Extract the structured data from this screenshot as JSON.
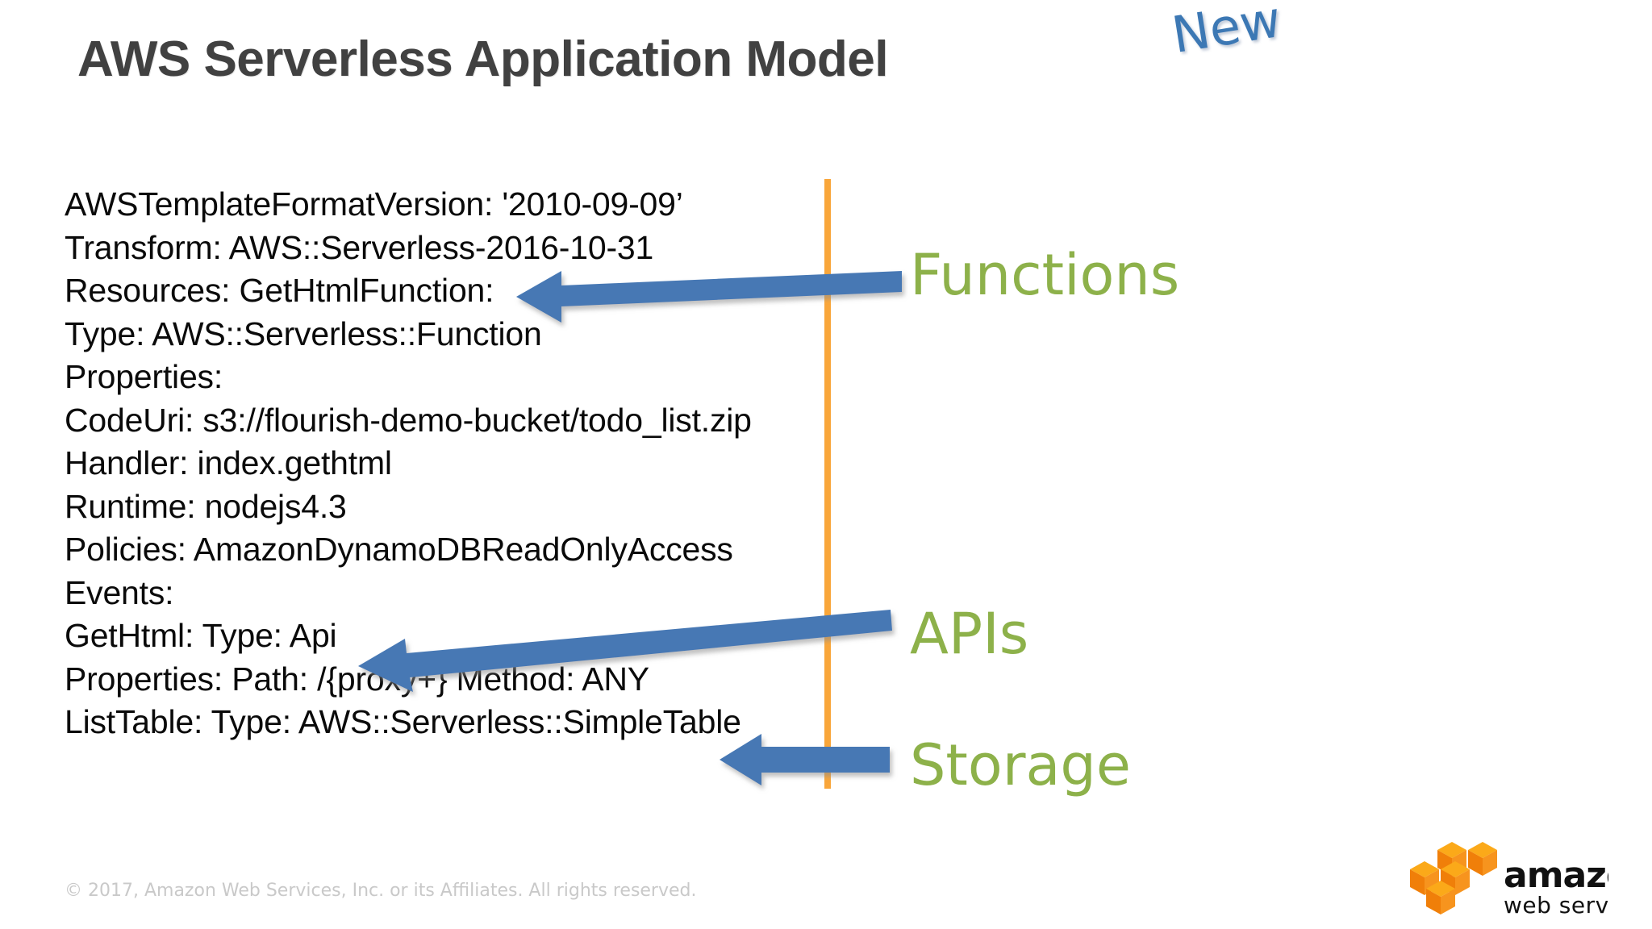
{
  "slide": {
    "title": "AWS Serverless Application Model",
    "new_badge": "New",
    "background_color": "#ffffff"
  },
  "code_block": {
    "language": "yaml",
    "lines": [
      "AWSTemplateFormatVersion: '2010-09-09’",
      "Transform: AWS::Serverless-2016-10-31",
      "Resources: GetHtmlFunction:",
      "Type: AWS::Serverless::Function",
      "Properties:",
      "CodeUri: s3://flourish-demo-bucket/todo_list.zip",
      "Handler: index.gethtml",
      "Runtime: nodejs4.3",
      "Policies: AmazonDynamoDBReadOnlyAccess",
      "Events:",
      "GetHtml: Type: Api",
      "Properties: Path: /{proxy+} Method: ANY",
      "ListTable: Type: AWS::Serverless::SimpleTable"
    ]
  },
  "callouts": [
    {
      "key": "functions",
      "label": "Functions",
      "arrow": "left-arrow-icon"
    },
    {
      "key": "apis",
      "label": "APIs",
      "arrow": "left-arrow-icon"
    },
    {
      "key": "storage",
      "label": "Storage",
      "arrow": "left-arrow-icon"
    }
  ],
  "divider": {
    "name": "vertical-orange-divider",
    "color": "#F9A63A"
  },
  "colors": {
    "title": "#414141",
    "code": "#0a0a0a",
    "callout_green": "#8DB14A",
    "arrow_blue": "#4778B4",
    "divider_orange": "#F9A63A",
    "new_blue": "#3C78B4",
    "footer_gray": "#C9C9C9",
    "logo_orange": "#F79C1E"
  },
  "footer": {
    "copyright": "© 2017, Amazon Web Services, Inc. or its Affiliates. All rights reserved.",
    "logo_wordmark_top": "amazon",
    "logo_wordmark_bottom": "web services"
  }
}
